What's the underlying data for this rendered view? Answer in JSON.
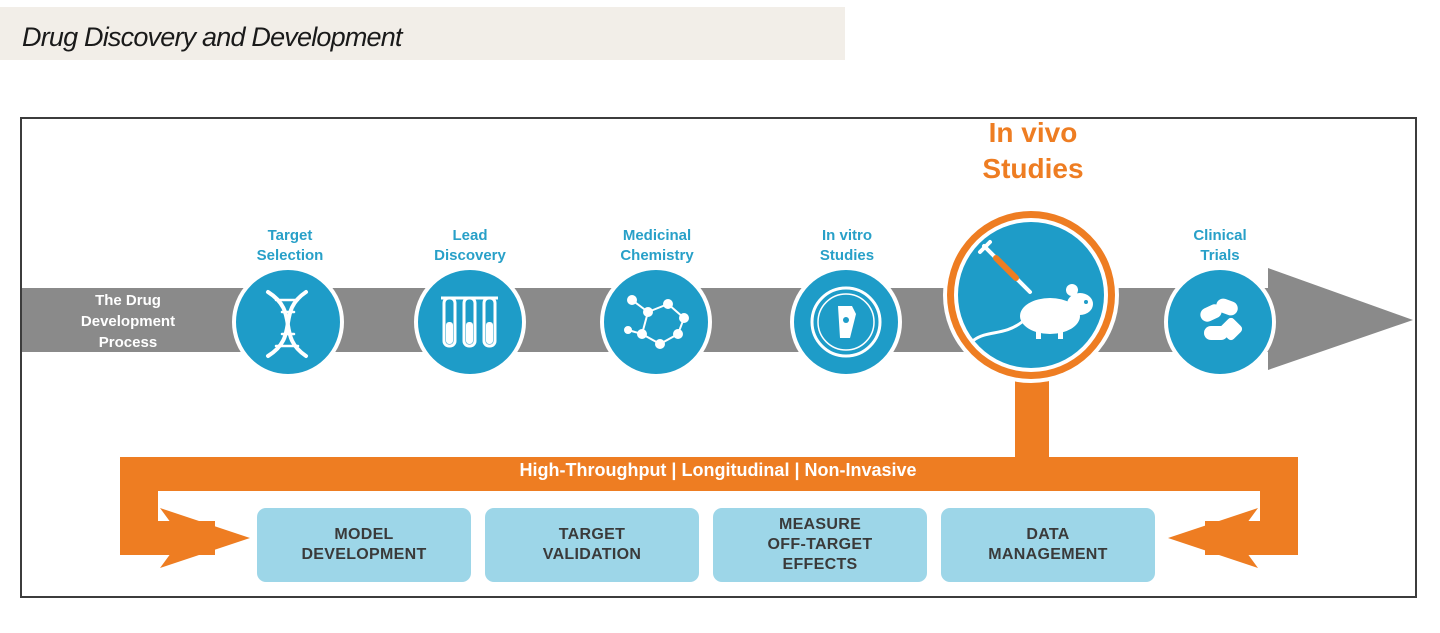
{
  "header": {
    "title": "Drug Discovery and Development"
  },
  "process": {
    "label": "The Drug\nDevelopment\nProcess"
  },
  "stages": [
    {
      "label": "Target\nSelection",
      "icon": "dna-icon"
    },
    {
      "label": "Lead\nDiscovery",
      "icon": "test-tubes-icon"
    },
    {
      "label": "Medicinal\nChemistry",
      "icon": "molecules-icon"
    },
    {
      "label": "In vitro\nStudies",
      "icon": "petri-dish-icon"
    },
    {
      "label": "In vivo\nStudies",
      "icon": "mouse-syringe-icon"
    },
    {
      "label": "Clinical\nTrials",
      "icon": "pills-icon"
    }
  ],
  "invivo_features": "High-Throughput  |  Longitudinal  |  Non-Invasive",
  "applications": [
    "MODEL\nDEVELOPMENT",
    "TARGET\nVALIDATION",
    "MEASURE\nOFF-TARGET\nEFFECTS",
    "DATA\nMANAGEMENT"
  ],
  "colors": {
    "arrow_gray": "#8a8a8a",
    "circle_blue": "#1e9cc8",
    "label_blue": "#28a0c8",
    "accent_orange": "#ee7d22",
    "box_blue": "#9dd6e8"
  }
}
